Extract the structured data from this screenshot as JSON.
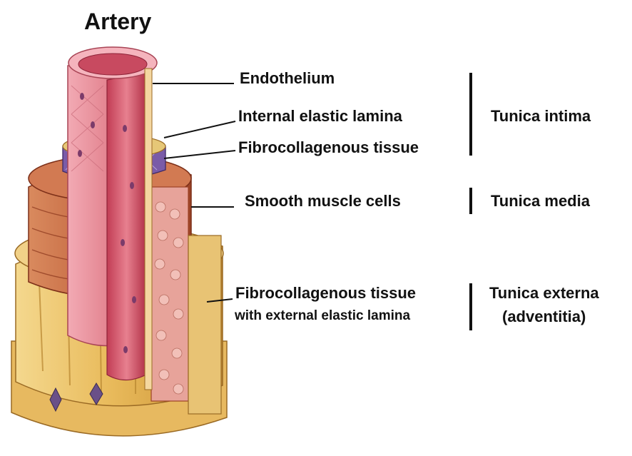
{
  "title": "Artery",
  "labels": {
    "endothelium": "Endothelium",
    "internal_elastic_lamina": "Internal elastic lamina",
    "fibrocollagenous_tissue": "Fibrocollagenous tissue",
    "smooth_muscle_cells": "Smooth muscle cells",
    "fibrocollagenous_external_line1": "Fibrocollagenous tissue",
    "fibrocollagenous_external_line2": "with external elastic lamina"
  },
  "layers": {
    "intima": "Tunica intima",
    "media": "Tunica media",
    "externa_line1": "Tunica externa",
    "externa_line2": "(adventitia)"
  },
  "colors": {
    "intima": "#e8909c",
    "media": "#c8683e",
    "externa": "#ecc268",
    "laminae": "#7a5ba8",
    "lines": "#111111"
  }
}
